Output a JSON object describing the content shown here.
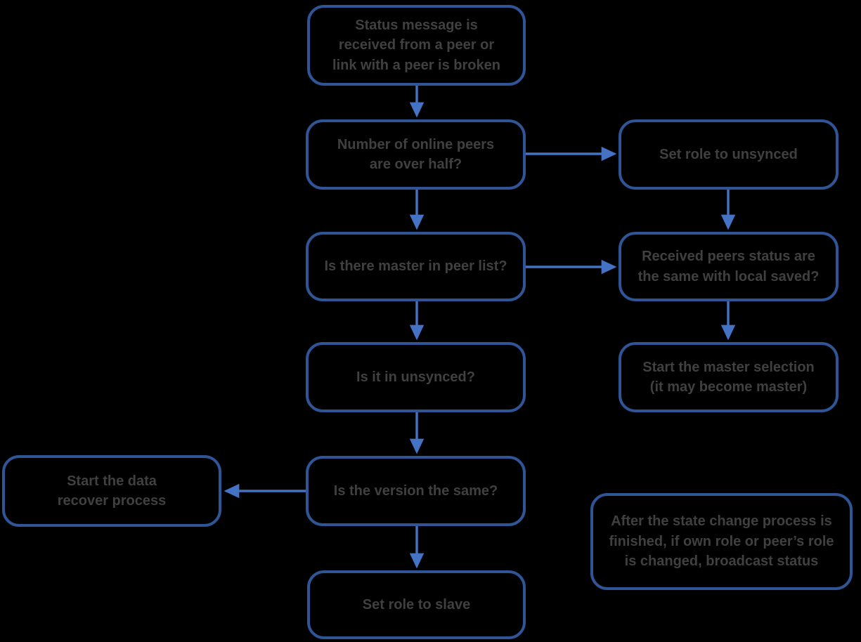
{
  "diagram": {
    "title": "Peer status / role state-change flowchart",
    "colors": {
      "background": "#000000",
      "box_border": "#2F5597",
      "connector": "#4472C4",
      "text": "#404040"
    },
    "nodes": {
      "status_message": {
        "label": "Status message is received from a peer or link with a peer is broken"
      },
      "online_peers": {
        "label": "Number of online peers are over half?"
      },
      "set_role_unsynced": {
        "label": "Set role to unsynced"
      },
      "master_in_peer_list": {
        "label": "Is there master in peer list?"
      },
      "received_peers_status": {
        "label": "Received peers status are the same with local saved?"
      },
      "is_it_in_unsynced": {
        "label": "Is it in unsynced?"
      },
      "start_master_selection": {
        "label": "Start the master selection (it may become master)"
      },
      "start_data_recover": {
        "label": "Start the data recover process"
      },
      "is_version_same": {
        "label": "Is the version the same?"
      },
      "broadcast_note": {
        "label": "After the state change process is finished, if own role or peer’s role is changed, broadcast status"
      },
      "set_role_slave": {
        "label": "Set role to slave"
      }
    },
    "edges": [
      {
        "from": "status_message",
        "to": "online_peers"
      },
      {
        "from": "online_peers",
        "to": "set_role_unsynced"
      },
      {
        "from": "online_peers",
        "to": "master_in_peer_list"
      },
      {
        "from": "set_role_unsynced",
        "to": "received_peers_status"
      },
      {
        "from": "master_in_peer_list",
        "to": "received_peers_status"
      },
      {
        "from": "master_in_peer_list",
        "to": "is_it_in_unsynced"
      },
      {
        "from": "received_peers_status",
        "to": "start_master_selection"
      },
      {
        "from": "is_it_in_unsynced",
        "to": "is_version_same"
      },
      {
        "from": "is_version_same",
        "to": "start_data_recover"
      },
      {
        "from": "is_version_same",
        "to": "set_role_slave"
      }
    ]
  }
}
